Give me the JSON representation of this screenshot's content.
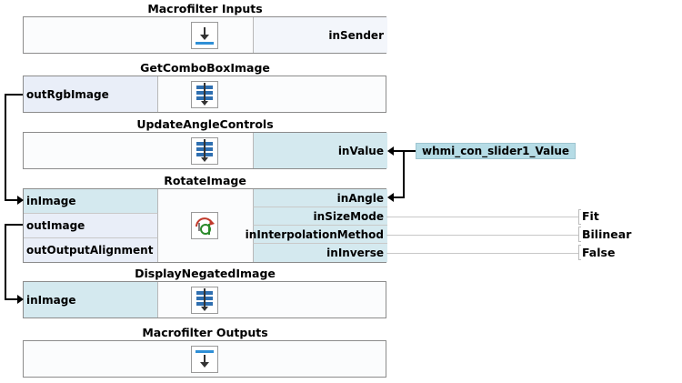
{
  "blocks": {
    "macro_inputs": {
      "title": "Macrofilter Inputs",
      "outputs": [
        "inSender"
      ]
    },
    "get_combo": {
      "title": "GetComboBoxImage",
      "inputs": [
        "outRgbImage"
      ]
    },
    "update_angle": {
      "title": "UpdateAngleControls",
      "outputs": [
        "inValue"
      ]
    },
    "rotate": {
      "title": "RotateImage",
      "inputs": [
        "inImage",
        "outImage",
        "outOutputAlignment"
      ],
      "outputs": [
        "inAngle",
        "inSizeMode",
        "inInterpolationMethod",
        "inInverse"
      ]
    },
    "display_negated": {
      "title": "DisplayNegatedImage",
      "inputs": [
        "inImage"
      ]
    },
    "macro_outputs": {
      "title": "Macrofilter Outputs"
    }
  },
  "variable": {
    "name": "whmi_con_slider1_Value"
  },
  "constants": [
    "Fit",
    "Bilinear",
    "False"
  ],
  "colors": {
    "port_highlight": "#d4e9ef",
    "port_plain": "#e9eef8",
    "variable_fill": "#b6dce6",
    "icon_blue": "#2f6fb0",
    "wire": "#000000"
  },
  "icons": {
    "macro_inputs": "arrow-down-into-bar-icon",
    "get_combo": "filter-stack-icon",
    "update_angle": "filter-stack-icon",
    "rotate": "rotate-image-icon",
    "display_negated": "filter-stack-icon",
    "macro_outputs": "arrow-down-from-bar-icon"
  }
}
